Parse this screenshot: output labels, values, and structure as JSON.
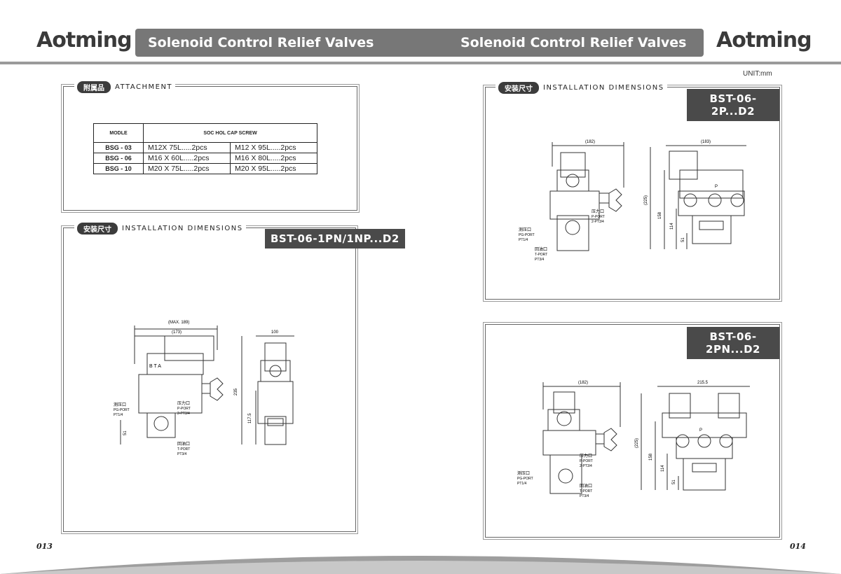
{
  "brand": {
    "left_logo": "Aotming",
    "right_logo": "Aotming"
  },
  "header": {
    "title_left": "Solenoid Control Relief Valves",
    "title_right": "Solenoid Control Relief Valves"
  },
  "unit": "UNIT:mm",
  "attachment": {
    "tag_cn": "附属品",
    "tag_en": "ATTACHMENT",
    "table": {
      "col_model": "MODLE",
      "col_screw": "SOC HOL CAP SCREW",
      "rows": [
        {
          "model": "BSG - 03",
          "a": "M12X 75L.....2pcs",
          "b": "M12 X 95L.....2pcs"
        },
        {
          "model": "BSG - 06",
          "a": "M16 X 60L.....2pcs",
          "b": "M16 X 80L.....2pcs"
        },
        {
          "model": "BSG - 10",
          "a": "M20 X 75L.....2pcs",
          "b": "M20 X 95L.....2pcs"
        }
      ]
    }
  },
  "install_1pn": {
    "tag_cn": "安装尺寸",
    "tag_en": "INSTALLATION DIMENSIONS",
    "model": "BST-06-1PN/1NP...D2",
    "dims": {
      "max": "(MAX. 189)",
      "w1": "(173)",
      "w2": "100",
      "h1": "235",
      "h2": "117.5",
      "h3": "51"
    },
    "labels": {
      "pg_cn": "测压口",
      "pg_en": "PG-PORT",
      "pg_thread": "PT1/4",
      "p_cn": "压力口",
      "p_en": "P-PORT",
      "p_thread": "2-PT3/4",
      "t_cn": "回油口",
      "t_en": "T-PORT",
      "t_thread": "PT3/4",
      "sol": "B T A"
    }
  },
  "install_2p": {
    "tag_cn": "安装尺寸",
    "tag_en": "INSTALLATION DIMENSIONS",
    "model": "BST-06-2P...D2",
    "dims": {
      "w1": "(182)",
      "w2": "(183)",
      "h1": "(225)",
      "h2": "158",
      "h3": "114",
      "h4": "51"
    },
    "labels": {
      "pg_cn": "测压口",
      "pg_en": "PG-PORT",
      "pg_thread": "PT1/4",
      "p_cn": "压力口",
      "p_en": "P-PORT",
      "p_thread": "2-PT3/4",
      "t_cn": "回油口",
      "t_en": "T-PORT",
      "t_thread": "PT3/4",
      "mark": "P"
    }
  },
  "install_2pn": {
    "model": "BST-06-2PN...D2",
    "dims": {
      "w1": "(182)",
      "w2": "215.5",
      "h1": "(225)",
      "h2": "158",
      "h3": "114",
      "h4": "51"
    },
    "labels": {
      "pg_cn": "测压口",
      "pg_en": "PG-PORT",
      "pg_thread": "PT1/4",
      "p_cn": "压力口",
      "p_en": "P-PORT",
      "p_thread": "2-PT3/4",
      "t_cn": "回油口",
      "t_en": "T-PORT",
      "t_thread": "PT3/4",
      "mark": "P"
    }
  },
  "pages": {
    "left": "013",
    "right": "014"
  }
}
